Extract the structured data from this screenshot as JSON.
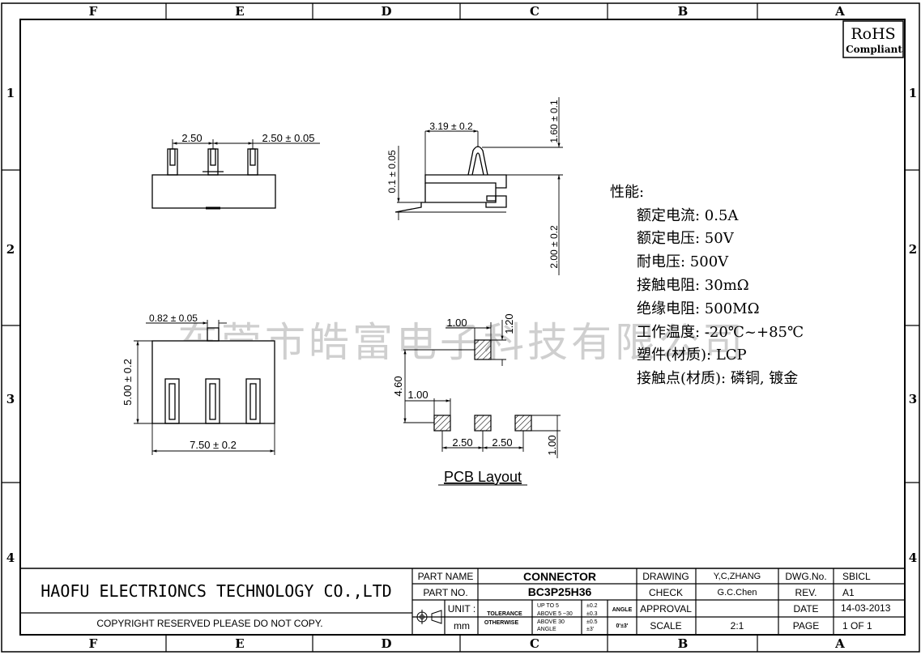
{
  "border": {
    "columns": [
      "F",
      "E",
      "D",
      "C",
      "B",
      "A"
    ],
    "rows": [
      "1",
      "2",
      "3",
      "4"
    ]
  },
  "rohs": {
    "line1": "RoHS",
    "line2": "Compliant"
  },
  "views": {
    "front": {
      "pitch_left": "2.50",
      "pitch_right": "2.50 ± 0.05"
    },
    "side": {
      "offset": "3.19 ± 0.2",
      "height_top": "1.60 ± 0.1",
      "height_bottom": "2.00 ± 0.2",
      "flatness": "0.1 ± 0.05"
    },
    "top": {
      "width_small": "0.82 ± 0.05",
      "depth": "5.00 ± 0.2",
      "length": "7.50 ± 0.2"
    },
    "pcb": {
      "pad_w_top": "1.00",
      "pad_h_top": "1.20",
      "span": "4.60",
      "pad_w": "1.00",
      "pitch_1": "2.50",
      "pitch_2": "2.50",
      "pad_h": "1.00",
      "title": "PCB Layout"
    }
  },
  "specs": {
    "heading": "性能:",
    "items": [
      "额定电流: 0.5A",
      "额定电压: 50V",
      "耐电压: 500V",
      "接触电阻: 30mΩ",
      "绝缘电阻: 500MΩ",
      "工作温度: -20℃~+85℃",
      "塑件(材质): LCP",
      "接触点(材质): 磷铜, 镀金"
    ]
  },
  "watermark": "东莞市皓富电子科技有限公司",
  "title_block": {
    "company": "HAOFU ELECTRIONCS TECHNOLOGY CO.,LTD",
    "copyright": "COPYRIGHT RESERVED PLEASE DO NOT COPY.",
    "part_name_label": "PART NAME",
    "part_name": "CONNECTOR",
    "part_no_label": "PART NO.",
    "part_no": "BC3P25H36",
    "unit_label": "UNIT :",
    "unit": "mm",
    "tolerance_label": "TOLERANCE",
    "otherwise_label": "OTHERWISE",
    "tol_up5": "UP TO 5",
    "tol_5_30": "ABOVE 5 ~30",
    "tol_above30": "ABOVE 30",
    "tol_angle_label": "ANGLE",
    "tol_v1": "±0.2",
    "tol_v2": "±0.3",
    "tol_v3": "±0.5",
    "tol_v4": "±3'",
    "angle_label": "ANGLE",
    "angle_value": "0'±3'",
    "drawing_label": "DRAWING",
    "drawing": "Y,C,ZHANG",
    "check_label": "CHECK",
    "check": "G.C.Chen",
    "approval_label": "APPROVAL",
    "approval": "",
    "scale_label": "SCALE",
    "scale": "2:1",
    "dwg_no_label": "DWG.No.",
    "dwg_no": "SBICL",
    "rev_label": "REV.",
    "rev": "A1",
    "date_label": "DATE",
    "date": "14-03-2013",
    "page_label": "PAGE",
    "page": "1 OF 1"
  }
}
